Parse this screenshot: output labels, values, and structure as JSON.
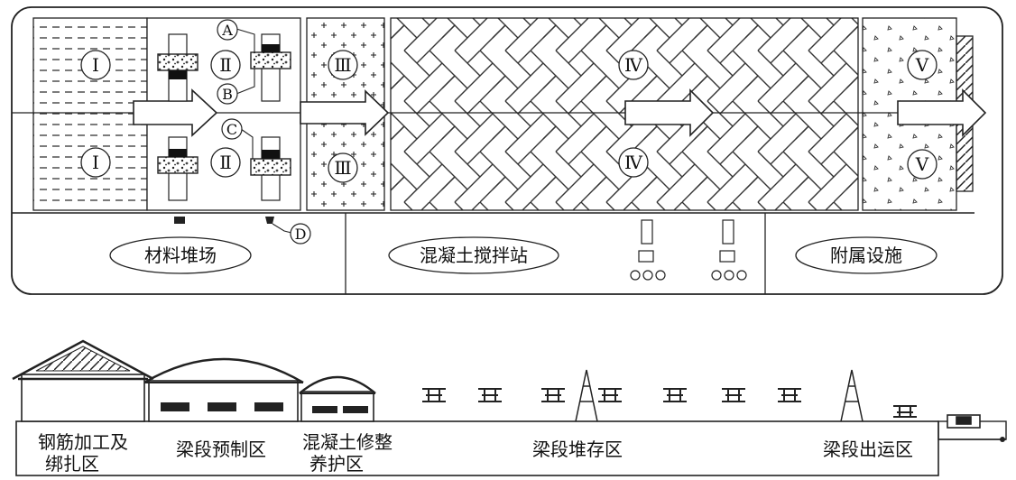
{
  "plan": {
    "roman": {
      "I": "Ⅰ",
      "II": "Ⅱ",
      "III": "Ⅲ",
      "IV": "Ⅳ",
      "V": "Ⅴ"
    },
    "letters": {
      "A": "A",
      "B": "B",
      "C": "C",
      "D": "D"
    },
    "areas": {
      "material": "材料堆场",
      "concrete": "混凝土搅拌站",
      "facilities": "附属设施"
    }
  },
  "section": {
    "zones": {
      "rebar_line1": "钢筋加工及",
      "rebar_line2": "绑扎区",
      "precast": "梁段预制区",
      "curing_line1": "混凝土修整",
      "curing_line2": "养护区",
      "storage": "梁段堆存区",
      "shipping": "梁段出运区"
    }
  }
}
